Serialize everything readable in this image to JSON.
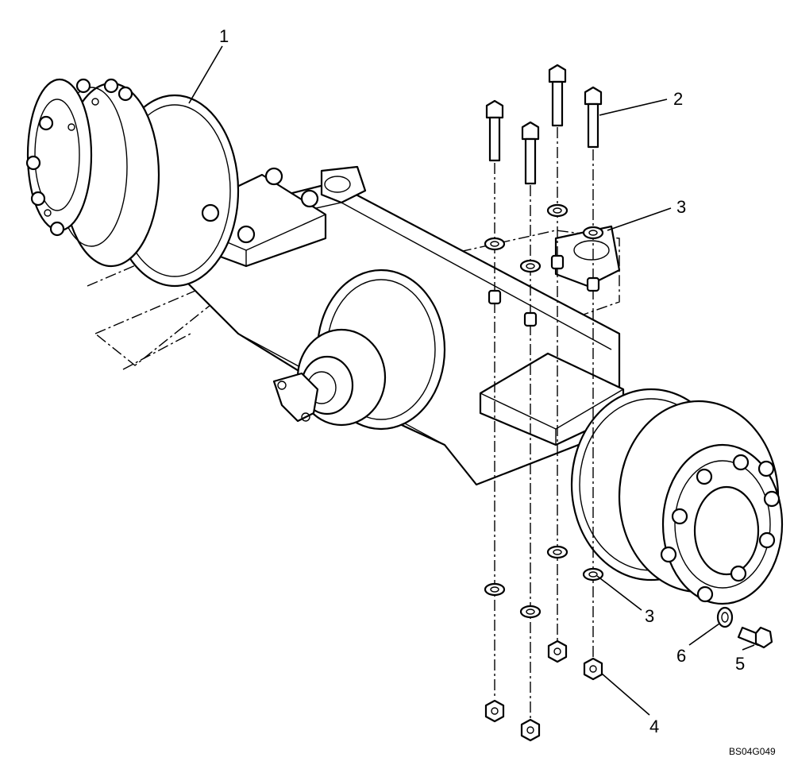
{
  "figure_code": "BS04G049",
  "callouts": [
    "1",
    "2",
    "3",
    "3",
    "4",
    "5",
    "6"
  ]
}
